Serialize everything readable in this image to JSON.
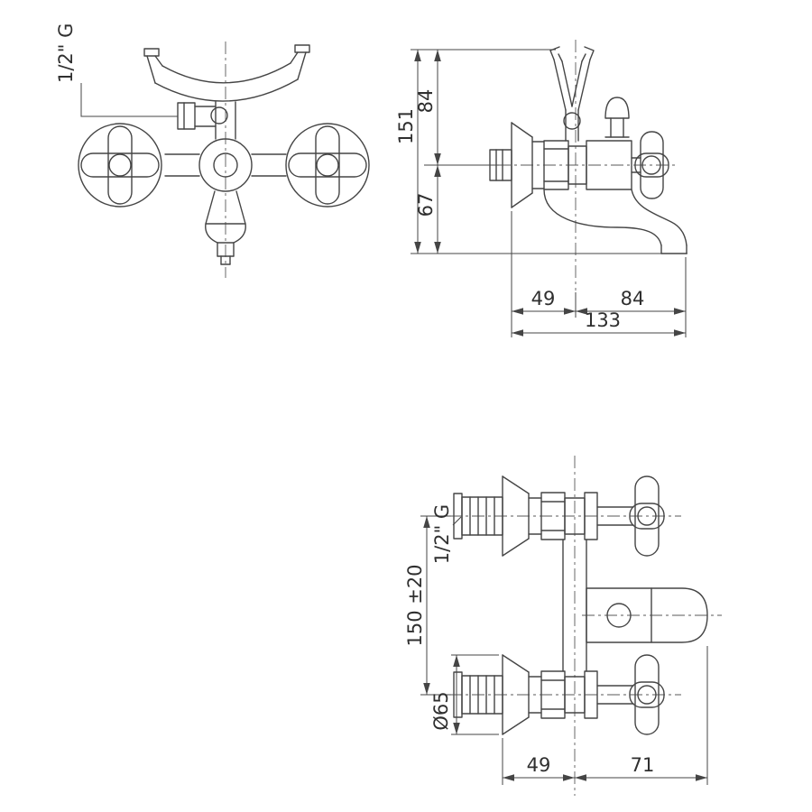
{
  "drawing": {
    "background": "#ffffff",
    "line_color": "#454545",
    "text_color": "#2f2f2f",
    "front_view": {
      "thread_label": "1/2\" G"
    },
    "side_view": {
      "dim_total_height": "151",
      "dim_upper_height": "84",
      "dim_lower_height": "67",
      "dim_left_width": "49",
      "dim_right_width": "84",
      "dim_total_width": "133"
    },
    "profile_view": {
      "thread_label": "1/2\" G",
      "dim_center_distance": "150 ±20",
      "dim_flange_diameter": "Ø65",
      "dim_left_width": "49",
      "dim_right_width": "71"
    }
  }
}
